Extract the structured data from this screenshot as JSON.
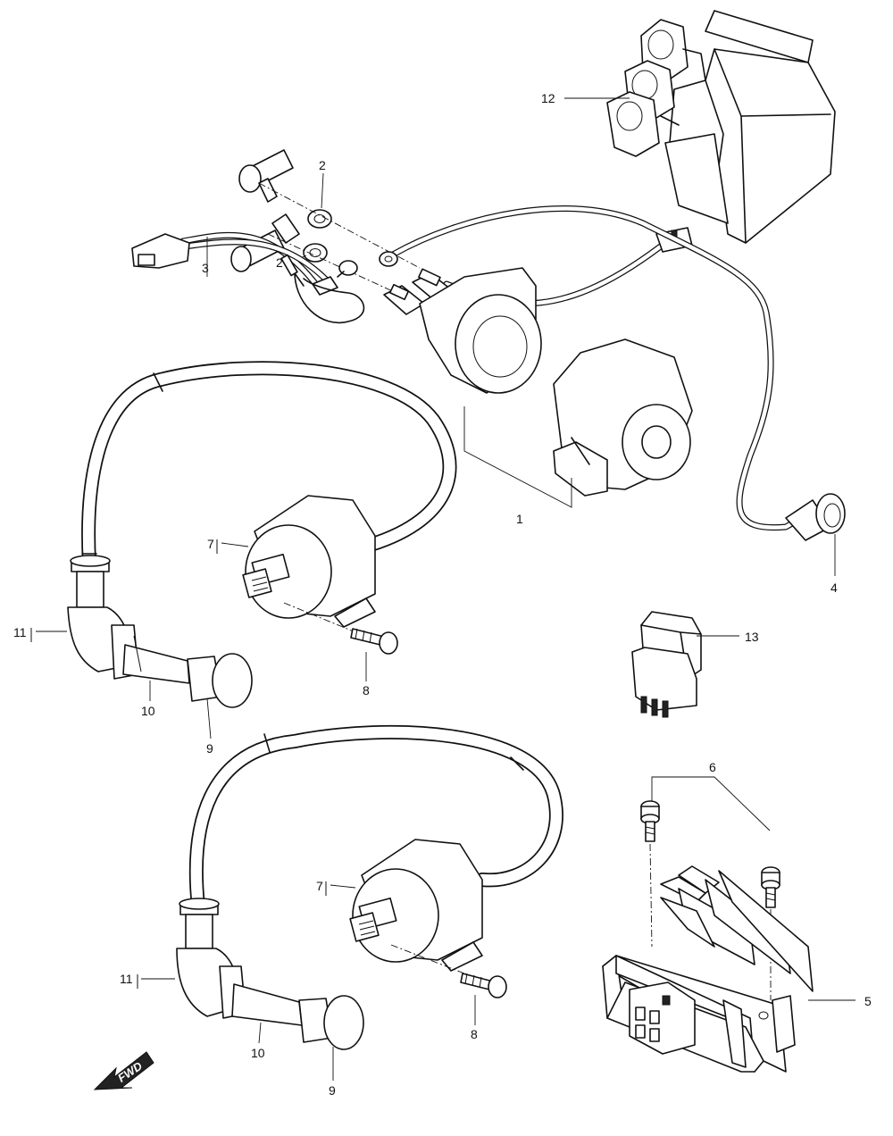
{
  "diagram": {
    "fwd_label": "FWD",
    "callouts": [
      {
        "id": "c1",
        "label": "1"
      },
      {
        "id": "c2a",
        "label": "2"
      },
      {
        "id": "c2b",
        "label": "2"
      },
      {
        "id": "c3",
        "label": "3"
      },
      {
        "id": "c4",
        "label": "4"
      },
      {
        "id": "c5",
        "label": "5"
      },
      {
        "id": "c6",
        "label": "6"
      },
      {
        "id": "c7a",
        "label": "7"
      },
      {
        "id": "c7b",
        "label": "7"
      },
      {
        "id": "c8a",
        "label": "8"
      },
      {
        "id": "c8b",
        "label": "8"
      },
      {
        "id": "c9a",
        "label": "9"
      },
      {
        "id": "c9b",
        "label": "9"
      },
      {
        "id": "c10a",
        "label": "10"
      },
      {
        "id": "c10b",
        "label": "10"
      },
      {
        "id": "c11a",
        "label": "11"
      },
      {
        "id": "c11b",
        "label": "11"
      },
      {
        "id": "c12",
        "label": "12"
      },
      {
        "id": "c13",
        "label": "13"
      }
    ]
  }
}
